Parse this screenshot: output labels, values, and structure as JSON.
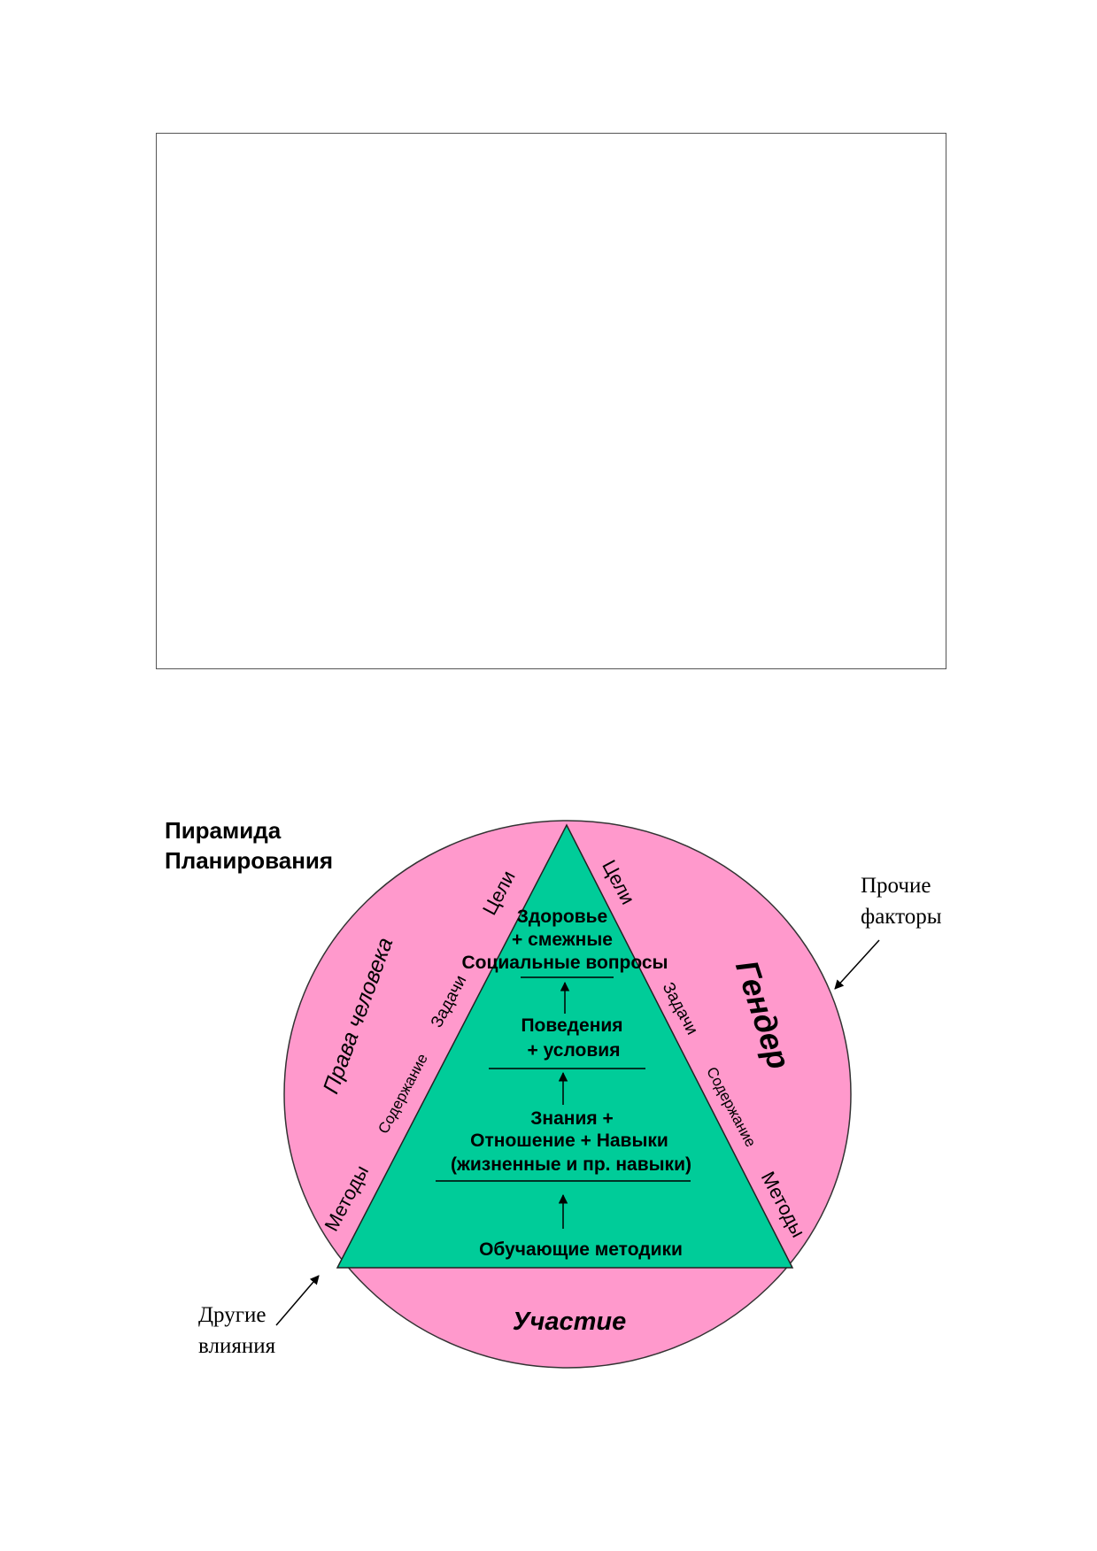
{
  "title": {
    "line1": "Пирамида",
    "line2": "Планирования"
  },
  "colors": {
    "circle": "#ff99cc",
    "pyramid": "#00cc99",
    "ink": "#000000"
  },
  "pyramid_levels": {
    "top": [
      "Здоровье",
      "+ смежные",
      "Социальные вопросы"
    ],
    "second": [
      "Поведения",
      "+ условия"
    ],
    "third": [
      "Знания +",
      "Отношение + Навыки",
      "(жизненные и пр. навыки)"
    ],
    "base": "Обучающие методики"
  },
  "side_labels": {
    "left": [
      "Цели",
      "Задачи",
      "Содержание",
      "Методы"
    ],
    "right": [
      "Цели",
      "Задачи",
      "Содержание",
      "Методы"
    ]
  },
  "circle_labels": {
    "left": "Права человека",
    "right": "Гендер",
    "bottom": "Участие"
  },
  "annotations": {
    "right": [
      "Прочие",
      "факторы"
    ],
    "left": [
      "Другие",
      "влияния"
    ]
  }
}
